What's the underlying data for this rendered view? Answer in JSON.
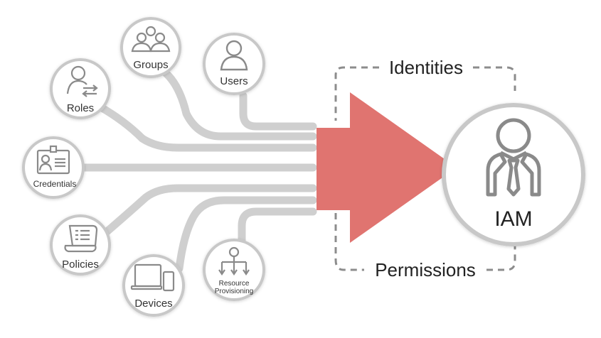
{
  "diagram": {
    "nodes": {
      "groups": "Groups",
      "users": "Users",
      "roles": "Roles",
      "credentials": "Credentials",
      "policies": "Policies",
      "devices": "Devices",
      "resource_line1": "Resource",
      "resource_line2": "Provisioning"
    },
    "hub": {
      "label": "IAM"
    },
    "brackets": {
      "top": "Identities",
      "bottom": "Permissions"
    },
    "colors": {
      "arrow": "#e07470",
      "connector": "#cfcfcf",
      "circle_border": "#c8c8c8",
      "icon": "#8a8a8a",
      "dash": "#8c8c8c"
    }
  }
}
